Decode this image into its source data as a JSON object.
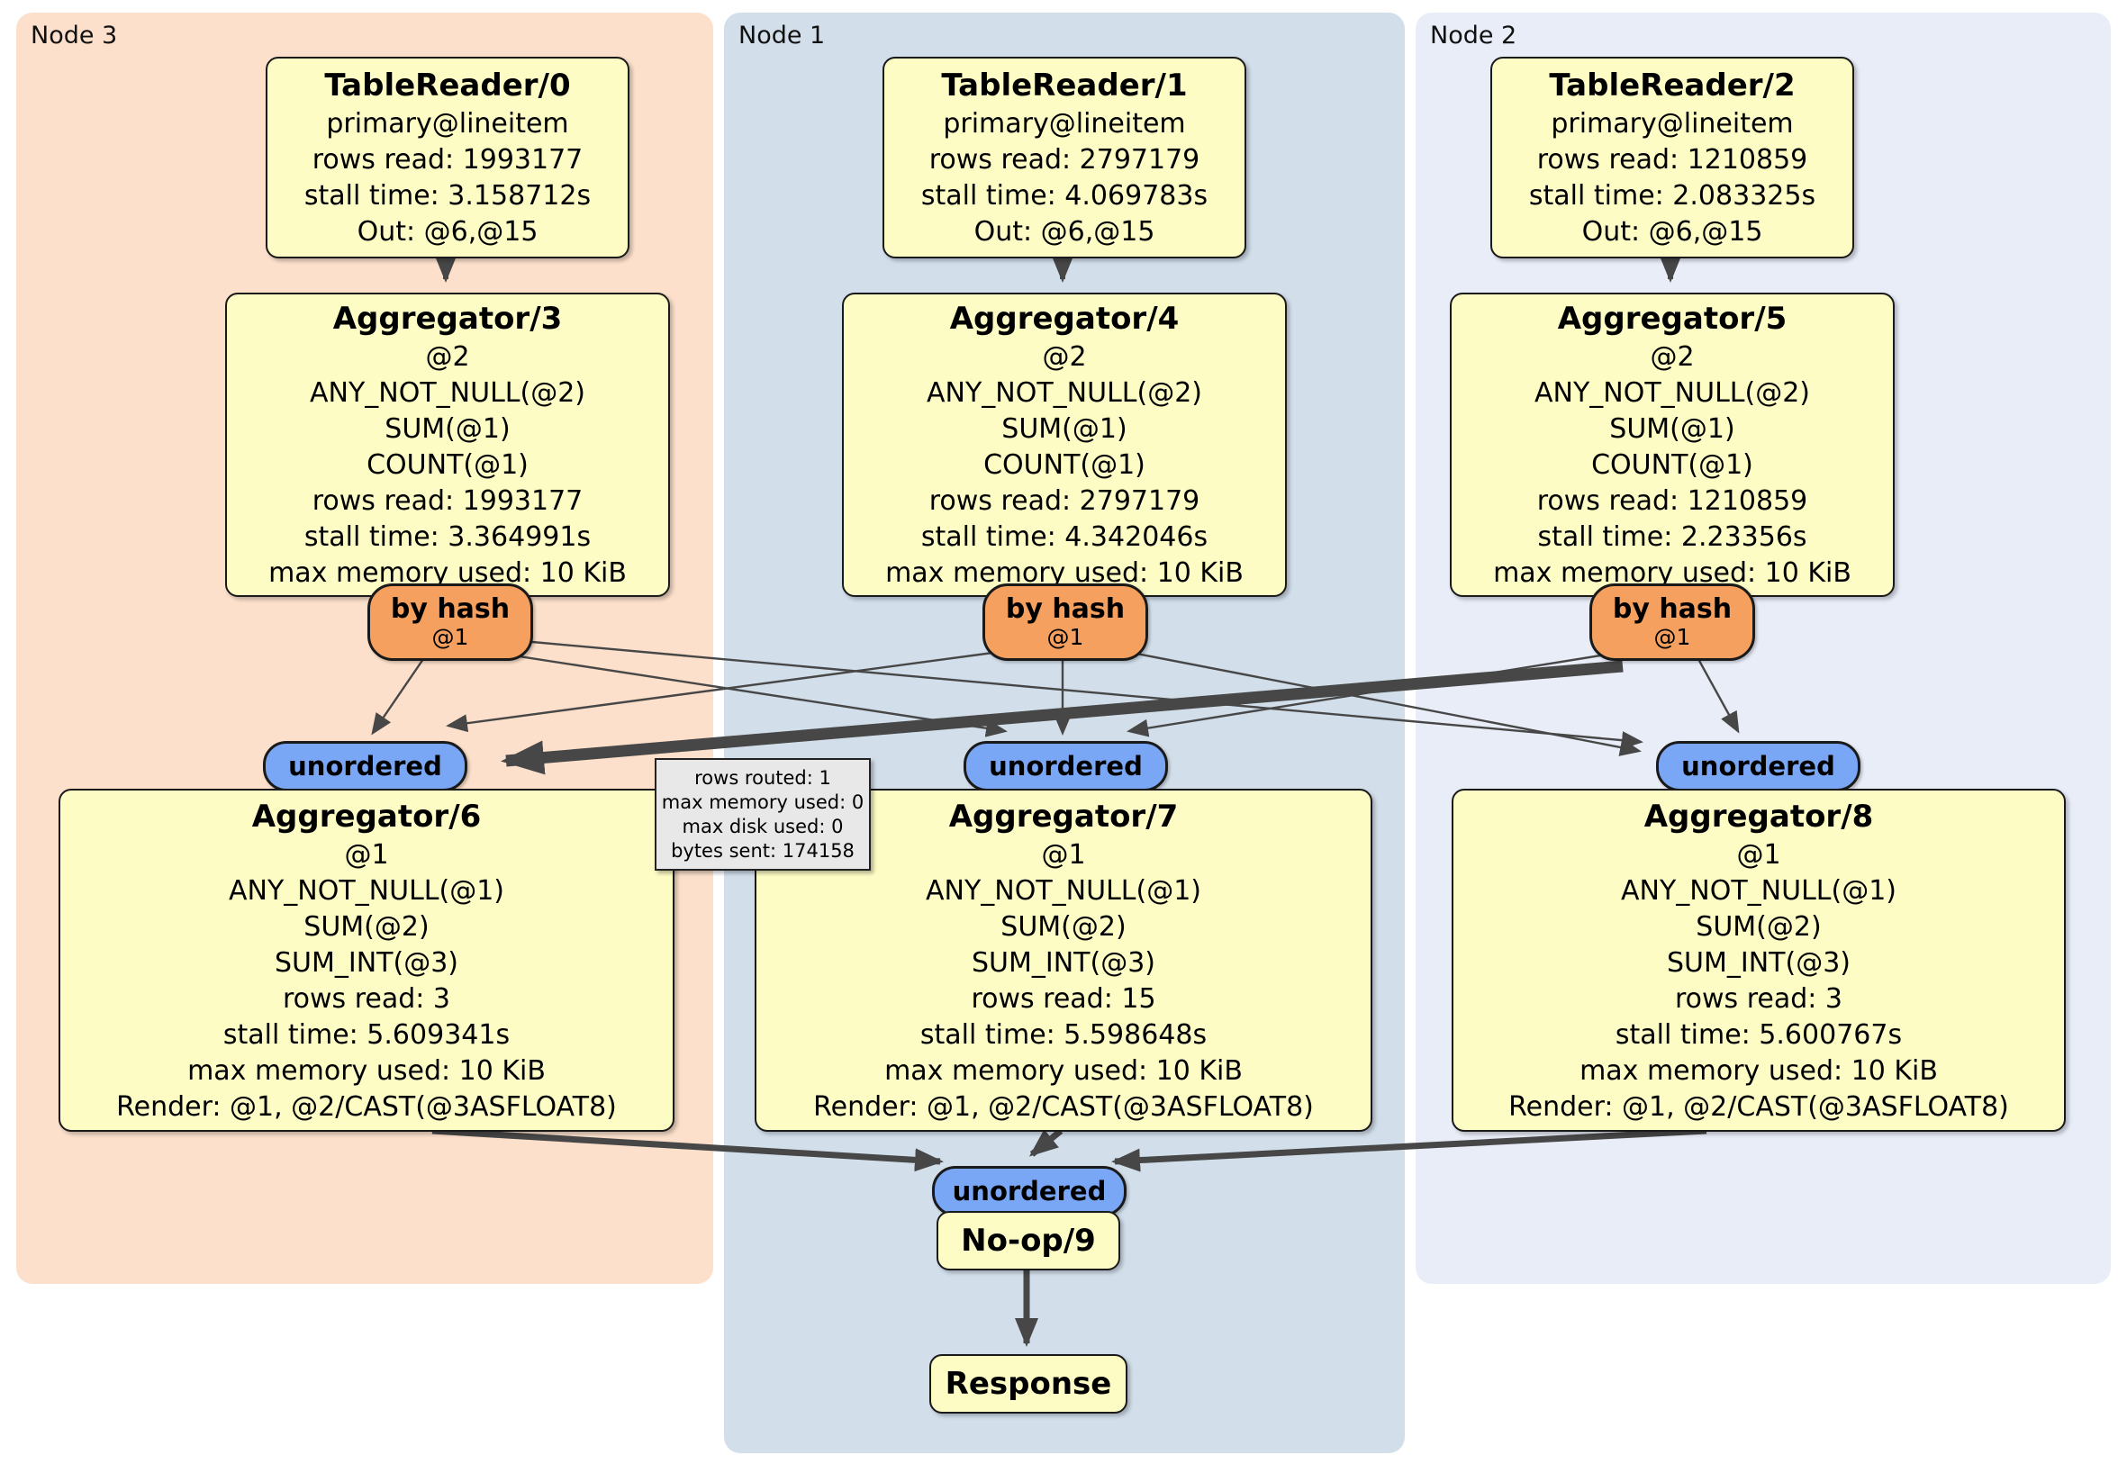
{
  "colors": {
    "node3_bg": "#fce0cb",
    "node1_bg": "#d2dfeb",
    "node2_bg": "#e9edf8",
    "box_bg": "#fdfcc5",
    "router_bg": "#f5a05f",
    "sync_bg": "#7aa7f5",
    "tooltip_bg": "#e8e8e8",
    "edge": "#474747"
  },
  "regions": {
    "node3": {
      "label": "Node 3"
    },
    "node1": {
      "label": "Node 1"
    },
    "node2": {
      "label": "Node 2"
    }
  },
  "nodes": {
    "tr0": {
      "title": "TableReader/0",
      "lines": [
        "primary@lineitem",
        "rows read: 1993177",
        "stall time: 3.158712s",
        "Out: @6,@15"
      ]
    },
    "tr1": {
      "title": "TableReader/1",
      "lines": [
        "primary@lineitem",
        "rows read: 2797179",
        "stall time: 4.069783s",
        "Out: @6,@15"
      ]
    },
    "tr2": {
      "title": "TableReader/2",
      "lines": [
        "primary@lineitem",
        "rows read: 1210859",
        "stall time: 2.083325s",
        "Out: @6,@15"
      ]
    },
    "agg3": {
      "title": "Aggregator/3",
      "lines": [
        "@2",
        "ANY_NOT_NULL(@2)",
        "SUM(@1)",
        "COUNT(@1)",
        "rows read: 1993177",
        "stall time: 3.364991s",
        "max memory used: 10 KiB"
      ]
    },
    "agg4": {
      "title": "Aggregator/4",
      "lines": [
        "@2",
        "ANY_NOT_NULL(@2)",
        "SUM(@1)",
        "COUNT(@1)",
        "rows read: 2797179",
        "stall time: 4.342046s",
        "max memory used: 10 KiB"
      ]
    },
    "agg5": {
      "title": "Aggregator/5",
      "lines": [
        "@2",
        "ANY_NOT_NULL(@2)",
        "SUM(@1)",
        "COUNT(@1)",
        "rows read: 1210859",
        "stall time: 2.23356s",
        "max memory used: 10 KiB"
      ]
    },
    "agg6": {
      "title": "Aggregator/6",
      "lines": [
        "@1",
        "ANY_NOT_NULL(@1)",
        "SUM(@2)",
        "SUM_INT(@3)",
        "rows read: 3",
        "stall time: 5.609341s",
        "max memory used: 10 KiB",
        "Render: @1, @2/CAST(@3ASFLOAT8)"
      ]
    },
    "agg7": {
      "title": "Aggregator/7",
      "lines": [
        "@1",
        "ANY_NOT_NULL(@1)",
        "SUM(@2)",
        "SUM_INT(@3)",
        "rows read: 15",
        "stall time: 5.598648s",
        "max memory used: 10 KiB",
        "Render: @1, @2/CAST(@3ASFLOAT8)"
      ]
    },
    "agg8": {
      "title": "Aggregator/8",
      "lines": [
        "@1",
        "ANY_NOT_NULL(@1)",
        "SUM(@2)",
        "SUM_INT(@3)",
        "rows read: 3",
        "stall time: 5.600767s",
        "max memory used: 10 KiB",
        "Render: @1, @2/CAST(@3ASFLOAT8)"
      ]
    },
    "noop": {
      "title": "No-op/9"
    },
    "response": {
      "title": "Response"
    }
  },
  "router": {
    "label": "by hash",
    "sub": "@1"
  },
  "sync": {
    "label": "unordered"
  },
  "tooltip": {
    "lines": [
      "rows routed: 1",
      "max memory used: 0",
      "max disk used: 0",
      "bytes sent: 174158"
    ]
  }
}
